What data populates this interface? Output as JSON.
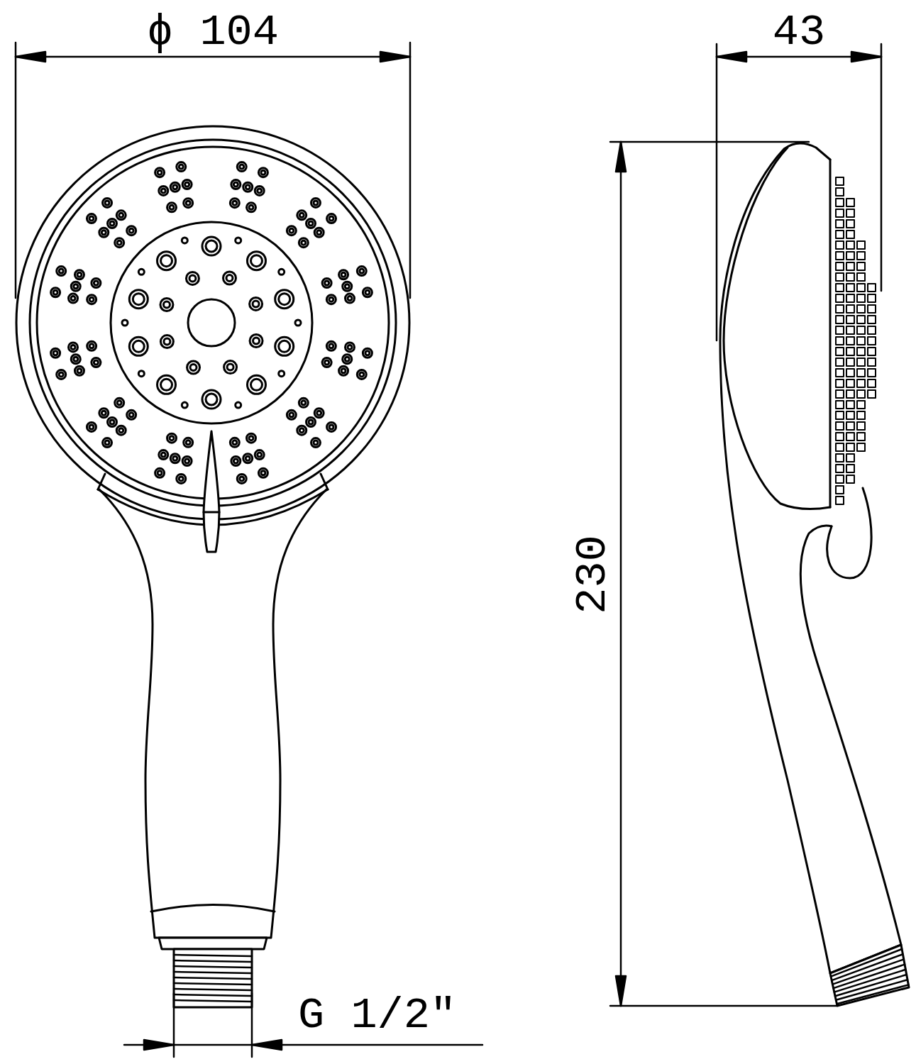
{
  "diagram": {
    "labels": [
      "ϕ 104",
      "43",
      "230",
      "G 1/2\""
    ]
  }
}
